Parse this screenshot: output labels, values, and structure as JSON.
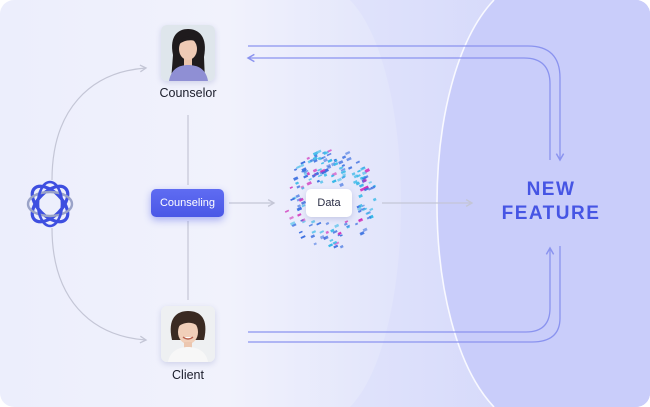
{
  "diagram": {
    "nodes": {
      "counselor": {
        "label": "Counselor",
        "icon": "counselor-photo-icon"
      },
      "client": {
        "label": "Client",
        "icon": "client-photo-icon"
      },
      "counseling": {
        "label": "Counseling"
      },
      "data": {
        "label": "Data"
      },
      "new_feature": {
        "line1": "NEW",
        "line2": "FEATURE"
      },
      "logo": {
        "icon": "interlocking-rings-logo-icon"
      }
    },
    "colors": {
      "accent": "#4a57e6",
      "arrow": "#8a93ef",
      "connector": "#c4c6d6",
      "particle_blue": "#3b6fe0",
      "particle_cyan": "#35b8e8",
      "particle_magenta": "#d02bb8"
    }
  }
}
